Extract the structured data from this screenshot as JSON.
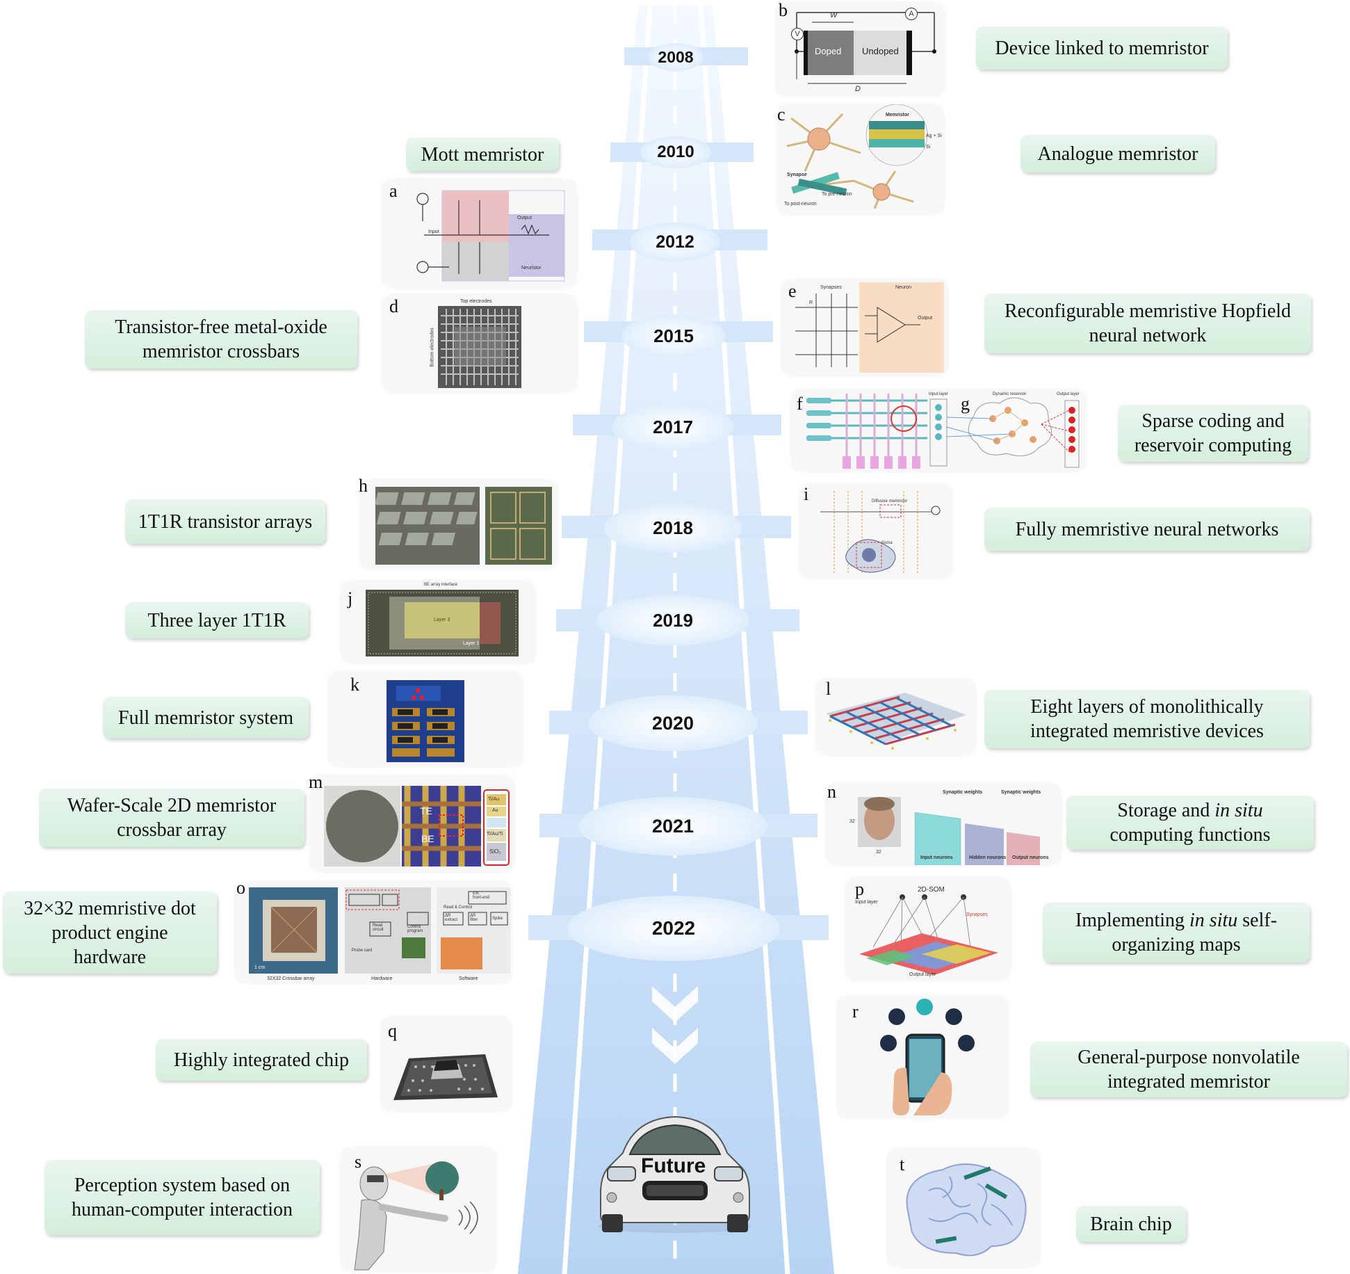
{
  "years": [
    "2008",
    "2010",
    "2012",
    "2015",
    "2017",
    "2018",
    "2019",
    "2020",
    "2021",
    "2022"
  ],
  "future_label": "Future",
  "labels": {
    "device_linked": "Device linked to memristor",
    "mott": "Mott memristor",
    "analogue": "Analogue memristor",
    "transistor_free": "Transistor-free metal-oxide\nmemristor crossbars",
    "hopfield": "Reconfigurable memristive Hopfield\nneural network",
    "sparse": "Sparse coding and\nreservoir computing",
    "t1r": "1T1R transistor arrays",
    "fully": "Fully memristive neural networks",
    "three_layer": "Three layer 1T1R",
    "full_system": "Full memristor system",
    "eight_layers": "Eight layers of monolithically\nintegrated memristive devices",
    "wafer": "Wafer-Scale 2D memristor\ncrossbar array",
    "storage_pre": "Storage and ",
    "storage_it": "in situ",
    "storage_post": "\ncomputing functions",
    "dot_product": "32×32 memristive dot\nproduct engine\nhardware",
    "som_pre": "Implementing ",
    "som_it": "in situ",
    "som_post": " self-\norganizing maps",
    "chip": "Highly integrated chip",
    "general": "General-purpose nonvolatile\nintegrated memristor",
    "perception": "Perception system based on\nhuman-computer interaction",
    "brain": "Brain chip"
  },
  "panel_letters": [
    "a",
    "b",
    "c",
    "d",
    "e",
    "f",
    "g",
    "h",
    "i",
    "j",
    "k",
    "l",
    "m",
    "n",
    "o",
    "p",
    "q",
    "r",
    "s",
    "t"
  ],
  "panel_text": {
    "b_w": "W",
    "b_a": "A",
    "b_v": "V",
    "b_doped": "Doped",
    "b_undoped": "Undoped",
    "b_d": "D",
    "c_memristor": "Memristor",
    "c_agsi": "Ag + Si",
    "c_si": "Si",
    "c_synapse": "Synapse",
    "c_pre": "To pre-neuron",
    "c_post": "To post-neuron",
    "d_top": "Top electrodes",
    "d_bottom": "Bottom electrodes",
    "e_synapses": "Synapses",
    "e_neuron": "Neuron",
    "e_output": "Output",
    "e_r": "R",
    "a_output": "Output",
    "a_neuristor": "Neuristor",
    "a_input": "Input",
    "f_inputlayer": "Input layer",
    "g_reservoir": "Dynamic reservoir",
    "g_outputlayer": "Output layer",
    "i_diffusive": "Diffusive memristor",
    "i_soma": "Soma",
    "j_top": "BE array interface",
    "j_layer": "Layer 3",
    "j_layer1": "Layer 1",
    "m_te": "TE",
    "m_be": "BE",
    "m_tiau": "Ti/Au",
    "m_au": "Au",
    "m_tiauti": "Ti/Au/Ti",
    "m_sio2": "SiO₂",
    "n_syn1": "Synaptic weights",
    "n_syn2": "Synaptic weights",
    "n_input": "Input neurons",
    "n_hidden": "Hidden neurons",
    "n_output": "Output neurons",
    "n_32a": "32",
    "n_32b": "32",
    "o_cm": "1 cm",
    "o_crossbar": "32X32 Crossbar array",
    "o_hardware": "Hardware",
    "o_software": "Software",
    "o_ext": "Ext.\nfront-end",
    "o_read": "Read & Control",
    "o_readcircuit": "Read\ncircuit",
    "o_dr1": "ΔR\nextract",
    "o_dr2": "ΔR\nfilter",
    "o_spike": "Spike",
    "o_probe": "Probe card",
    "o_control": "Control\nprogram",
    "p_title": "2D-SOM",
    "p_input": "Input layer",
    "p_synapses": "Synapses",
    "p_output": "Output layer"
  },
  "colors": {
    "road_light": "#eef6fe",
    "road_dark": "#b5d3f3",
    "label_bg": "#dcf1e4",
    "year_fill": "#e6f2fd"
  }
}
